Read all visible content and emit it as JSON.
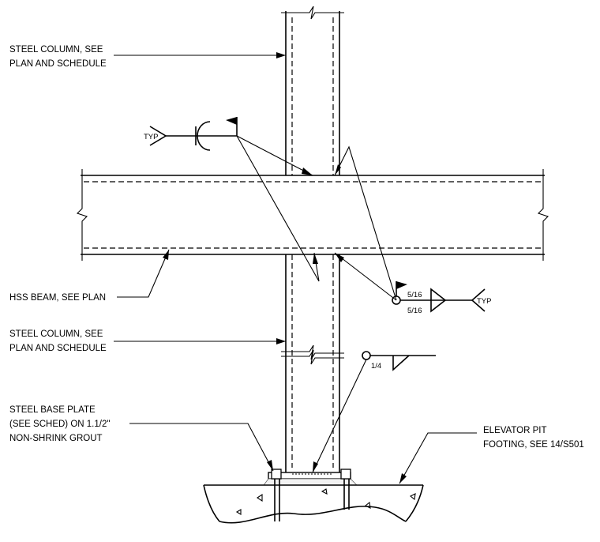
{
  "callouts": {
    "column_top": [
      "STEEL COLUMN, SEE",
      "PLAN AND SCHEDULE"
    ],
    "hss_beam": "HSS BEAM, SEE PLAN",
    "column_lower": [
      "STEEL COLUMN, SEE",
      "PLAN AND SCHEDULE"
    ],
    "base_plate": [
      "STEEL BASE PLATE",
      "(SEE SCHED) ON 1.1/2\"",
      "NON-SHRINK GROUT"
    ],
    "elevator_pit": [
      "ELEVATOR PIT",
      "FOOTING, SEE 14/S501"
    ]
  },
  "weld_symbols": {
    "top_left": {
      "tail": "TYP"
    },
    "right": {
      "tail": "TYP",
      "size_top": "5/16",
      "size_bottom": "5/16"
    },
    "base": {
      "size": "1/4"
    }
  }
}
